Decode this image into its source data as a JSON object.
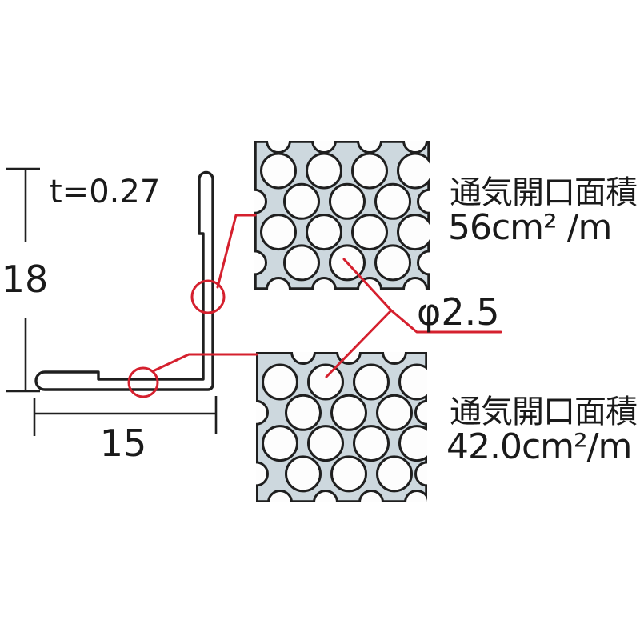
{
  "colors": {
    "background": "#ffffff",
    "line": "#1f1f1f",
    "text": "#1a1a1a",
    "annotation_red": "#d5202e",
    "panel_fill": "#cdd8de",
    "hole_fill": "#fdfdfd"
  },
  "profile": {
    "thickness_label": "t=0.27",
    "height_label": "18",
    "width_label": "15"
  },
  "hole": {
    "diameter_label": "φ2.5"
  },
  "panels": [
    {
      "id": "top",
      "title": "通気開口面積",
      "value": "56cm² /m"
    },
    {
      "id": "bottom",
      "title": "通気開口面積",
      "value": "42.0cm²/m"
    }
  ]
}
